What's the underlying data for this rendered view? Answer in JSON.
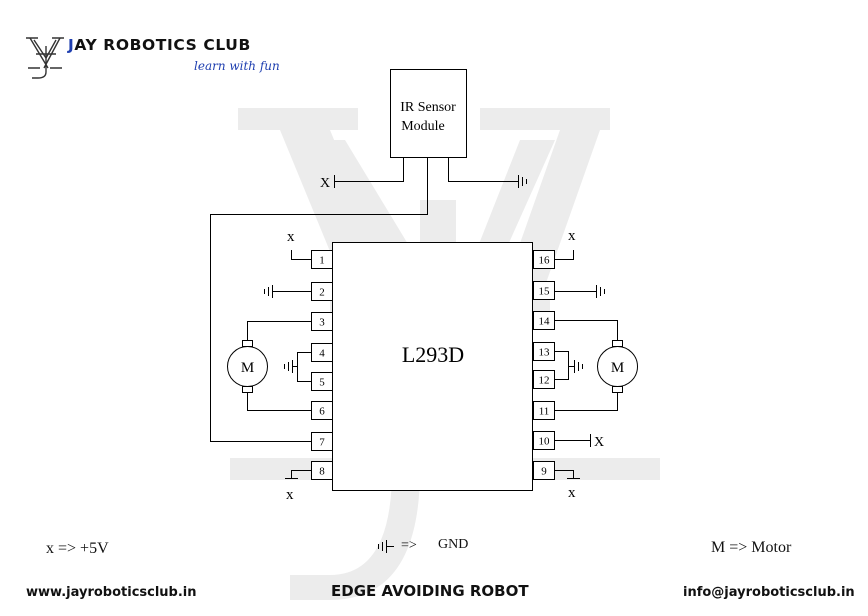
{
  "brand": {
    "name_accent": "J",
    "name_rest": "AY ROBOTICS CLUB",
    "tagline": "learn with fun"
  },
  "diagram": {
    "sensor_label_line1": "IR Sensor",
    "sensor_label_line2": "Module",
    "ic_label": "L293D",
    "pins_left": [
      "1",
      "2",
      "3",
      "4",
      "5",
      "6",
      "7",
      "8"
    ],
    "pins_right": [
      "16",
      "15",
      "14",
      "13",
      "12",
      "11",
      "10",
      "9"
    ],
    "motor_symbol": "M",
    "x_symbol": "x",
    "X_symbol": "X"
  },
  "legend": {
    "x_def": "x => +5V",
    "gnd_arrow": "=>",
    "gnd_label": "GND",
    "motor_def": "M => Motor"
  },
  "footer": {
    "website": "www.jayroboticsclub.in",
    "title": "EDGE AVOIDING ROBOT",
    "email": "info@jayroboticsclub.in"
  },
  "colors": {
    "brand_blue": "#1f3fb0",
    "line": "#000000",
    "watermark": "#ececec"
  }
}
